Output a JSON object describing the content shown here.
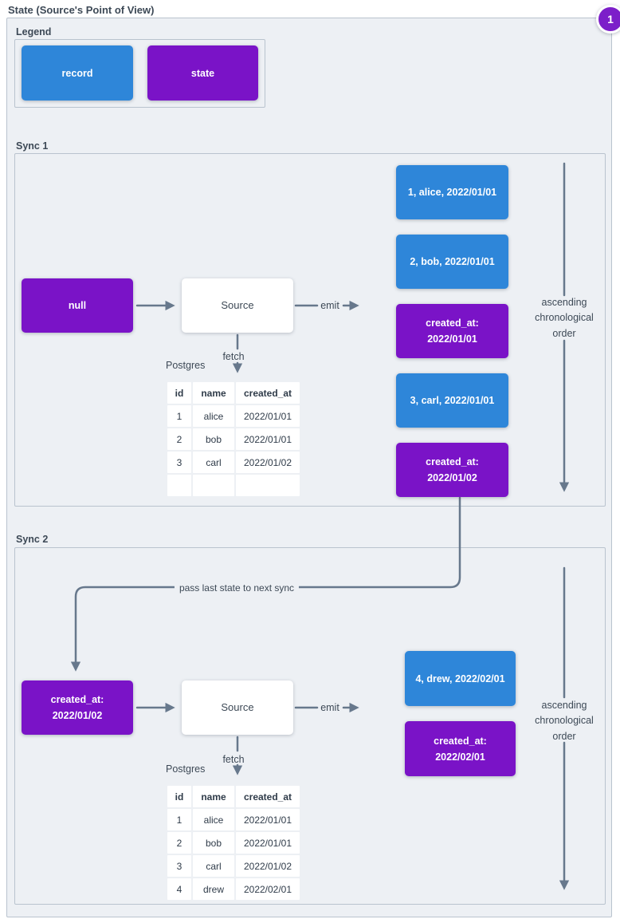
{
  "page": {
    "title": "State (Source's Point of View)",
    "badge": "1"
  },
  "colors": {
    "record_blue": "#2e86d9",
    "state_purple": "#7a13c7",
    "badge_purple": "#7c1fc9",
    "arrow_gray": "#67788c",
    "panel_bg": "#edf0f4",
    "border_gray": "#b9c3ce",
    "text_dark": "#3d4956"
  },
  "legend": {
    "label": "Legend",
    "items": [
      {
        "type": "record",
        "label": "record"
      },
      {
        "type": "state",
        "label": "state"
      }
    ]
  },
  "sync1": {
    "label": "Sync 1",
    "input_state": "null",
    "source": "Source",
    "emit": "emit",
    "fetch": "fetch",
    "db": "Postgres",
    "order": "ascending chronological order",
    "emitted": [
      {
        "type": "record",
        "text": "1, alice, 2022/01/01"
      },
      {
        "type": "record",
        "text": "2, bob, 2022/01/01"
      },
      {
        "type": "state",
        "text": "created_at: 2022/01/01"
      },
      {
        "type": "record",
        "text": "3, carl, 2022/01/01"
      },
      {
        "type": "state",
        "text": "created_at: 2022/01/02"
      }
    ],
    "table": {
      "headers": [
        "id",
        "name",
        "created_at"
      ],
      "rows": [
        [
          "1",
          "alice",
          "2022/01/01"
        ],
        [
          "2",
          "bob",
          "2022/01/01"
        ],
        [
          "3",
          "carl",
          "2022/01/02"
        ],
        [
          "",
          "",
          ""
        ]
      ]
    }
  },
  "connector": {
    "label": "pass last state to next sync"
  },
  "sync2": {
    "label": "Sync 2",
    "input_state": "created_at: 2022/01/02",
    "source": "Source",
    "emit": "emit",
    "fetch": "fetch",
    "db": "Postgres",
    "order": "ascending chronological order",
    "emitted": [
      {
        "type": "record",
        "text": "4, drew, 2022/02/01"
      },
      {
        "type": "state",
        "text": "created_at: 2022/02/01"
      }
    ],
    "table": {
      "headers": [
        "id",
        "name",
        "created_at"
      ],
      "rows": [
        [
          "1",
          "alice",
          "2022/01/01"
        ],
        [
          "2",
          "bob",
          "2022/01/01"
        ],
        [
          "3",
          "carl",
          "2022/01/02"
        ],
        [
          "4",
          "drew",
          "2022/02/01"
        ]
      ]
    }
  }
}
